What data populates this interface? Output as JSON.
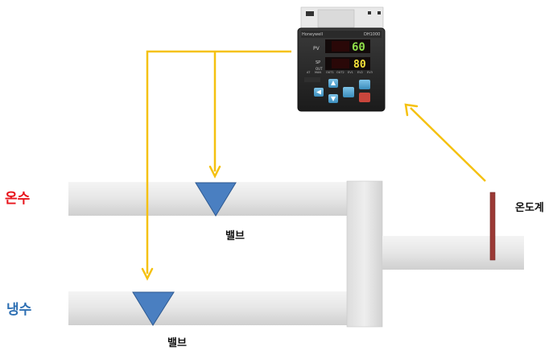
{
  "labels": {
    "hot_water": "온수",
    "cold_water": "냉수",
    "valve_upper": "밸브",
    "valve_lower": "밸브",
    "thermometer": "온도계"
  },
  "controller": {
    "brand": "Honeywell",
    "model": "DH1000",
    "pv_tag": "PV",
    "sp_tag": "SP",
    "out_tag": "OUT",
    "pv_value": "60",
    "sp_value": "80",
    "indicators": [
      "AT",
      "MAN",
      "OUT1",
      "OUT2",
      "EV1",
      "EV2",
      "EV3"
    ]
  },
  "colors": {
    "hot_label": "#e8141b",
    "cold_label": "#2d6fb3",
    "signal_line": "#f5c10f",
    "valve": "#4a7fc1",
    "thermometer": "#9b3a36",
    "pipe": "#e2e2e2"
  }
}
